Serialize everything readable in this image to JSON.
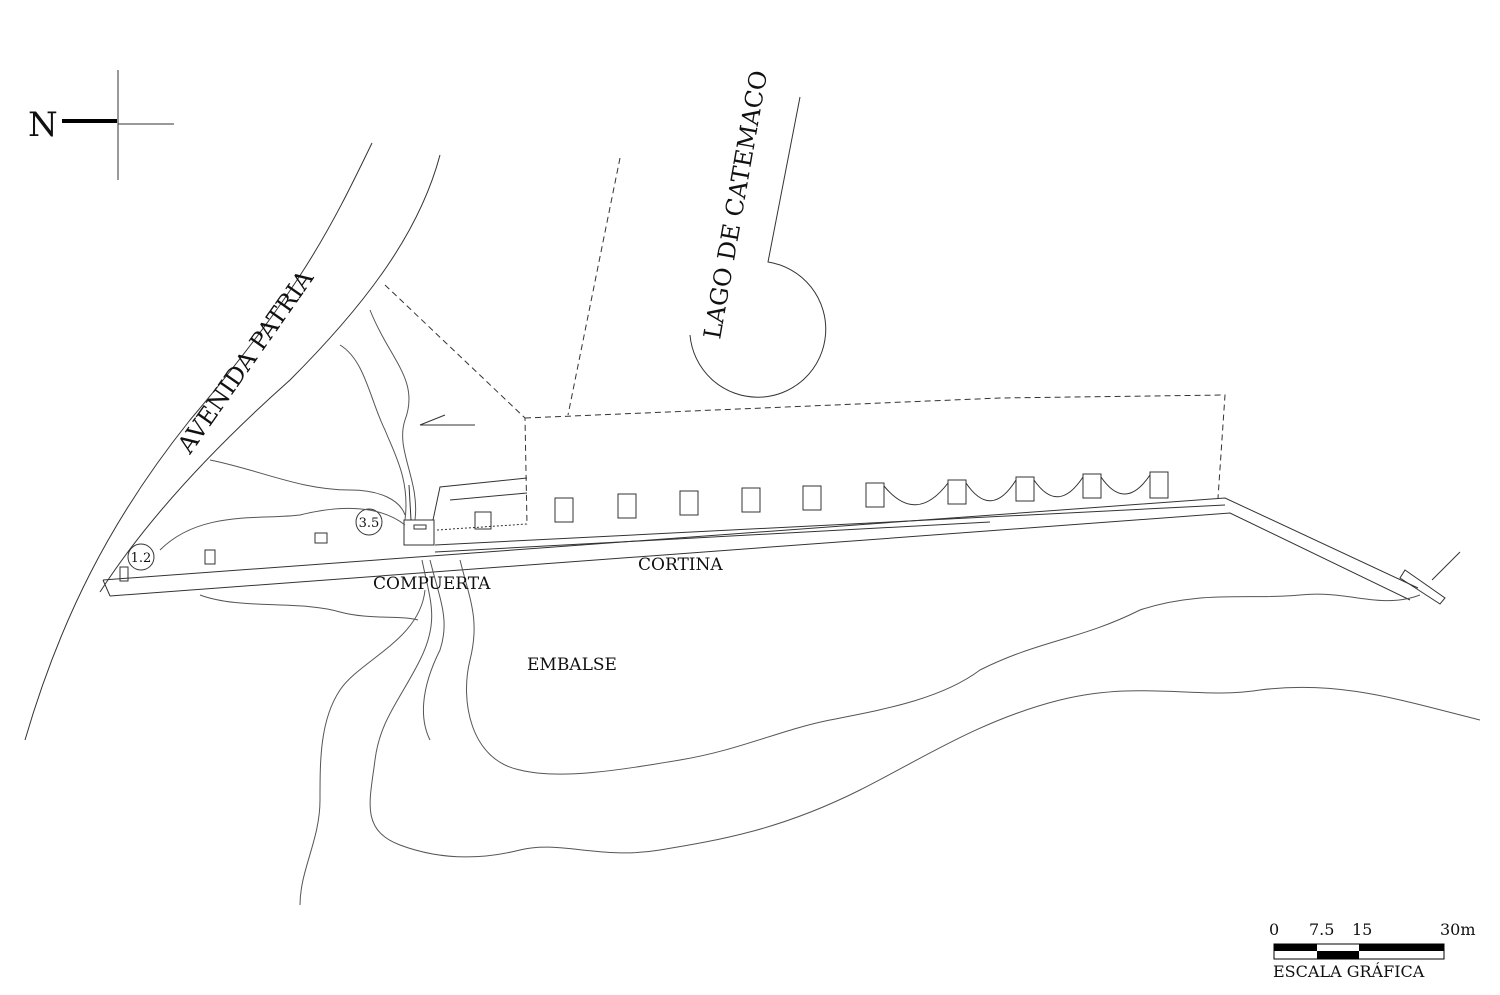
{
  "north_label": "N",
  "labels": {
    "road": "AVENIDA PATRIA",
    "lake": "LAGO DE CATEMACO",
    "gate": "COMPUERTA",
    "dam": "CORTINA",
    "reservoir": "EMBALSE"
  },
  "level_markers": [
    "1.2",
    "3.5"
  ],
  "scale": {
    "ticks": [
      "0",
      "7.5",
      "15",
      "30m"
    ],
    "title": "ESCALA GRÁFICA"
  },
  "colors": {
    "line": "#222222",
    "background": "#ffffff"
  }
}
